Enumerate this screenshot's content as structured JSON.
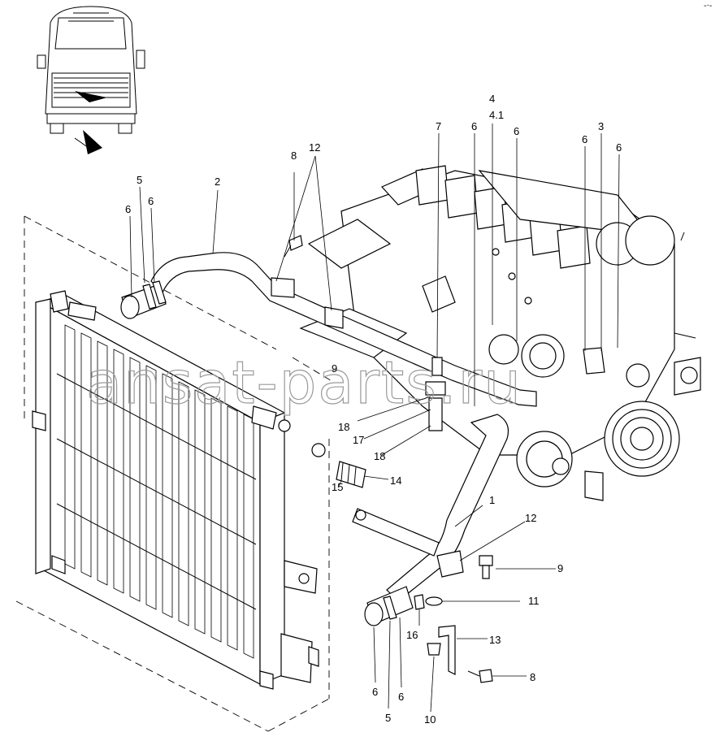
{
  "watermark": "ansat-parts.ru",
  "corner_mark": "-·-",
  "callouts": {
    "c1": "1",
    "c2": "2",
    "c3": "3",
    "c4": "4",
    "c4_1": "4.1",
    "c5_top": "5",
    "c5_bottom": "5",
    "c6_a": "6",
    "c6_b": "6",
    "c6_c": "6",
    "c6_d": "6",
    "c6_e": "6",
    "c6_f": "6",
    "c6_g": "6",
    "c6_h": "6",
    "c7": "7",
    "c8_top": "8",
    "c8_bottom": "8",
    "c9_a": "9",
    "c9_b": "9",
    "c10": "10",
    "c11": "11",
    "c12_top": "12",
    "c12_bottom": "12",
    "c13": "13",
    "c14": "14",
    "c15": "15",
    "c16": "16",
    "c17": "17",
    "c18_a": "18",
    "c18_b": "18"
  }
}
